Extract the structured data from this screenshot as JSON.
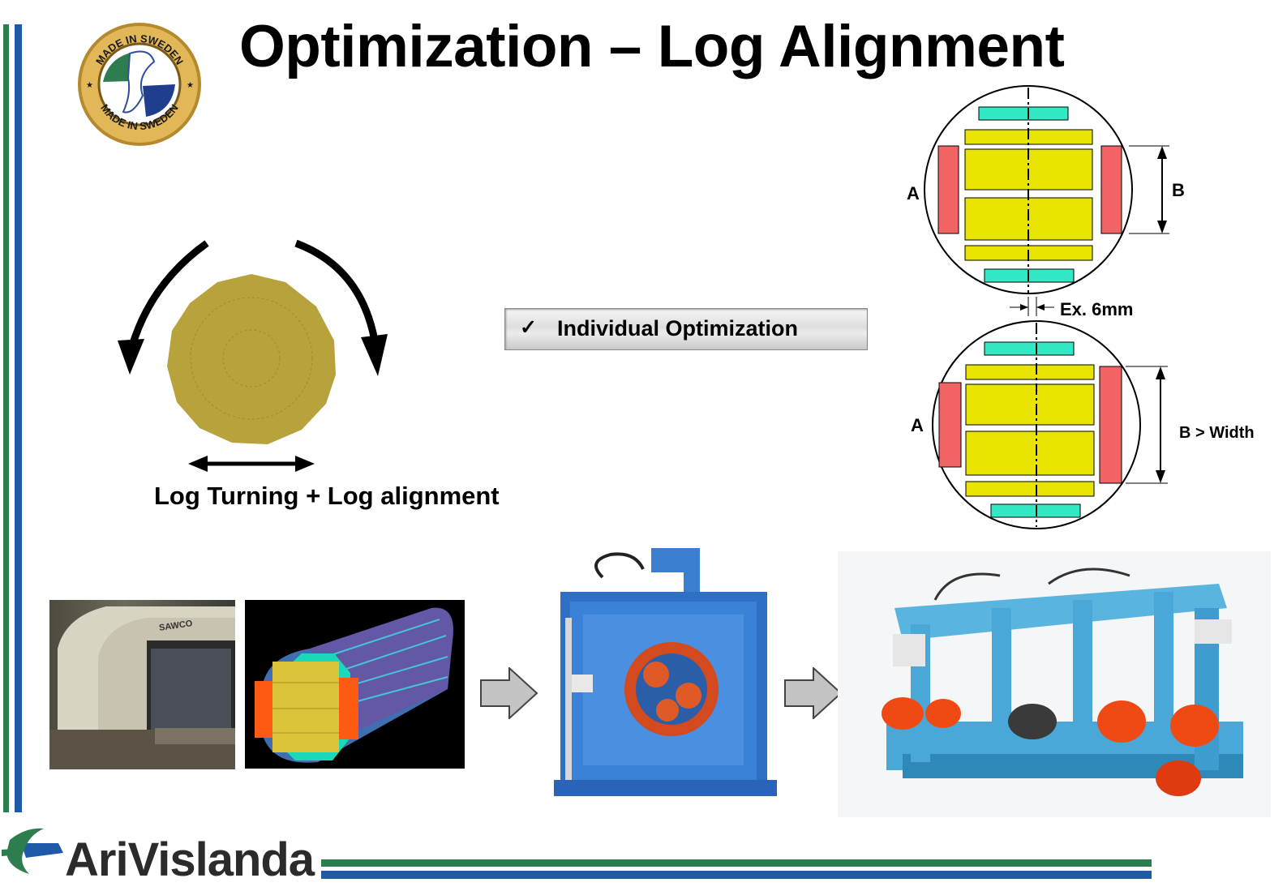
{
  "title": "Optimization – Log Alignment",
  "badge": {
    "text_top": "MADE IN SWEDEN",
    "text_bottom": "MADE IN SWEDEN"
  },
  "log_caption": "Log Turning + Log alignment",
  "feature_box": {
    "check": "✓",
    "label": "Individual Optimization"
  },
  "diagram": {
    "label_a_top": "A",
    "label_b_top": "B",
    "gap_label": "Ex. 6mm",
    "label_a_bottom": "A",
    "label_b_bottom": "B > Width"
  },
  "photos": {
    "scanner_brand": "SAWCO"
  },
  "footer": {
    "brand": "AriVislanda"
  },
  "colors": {
    "green": "#2e7d4f",
    "blue": "#1f5aa8",
    "board_yellow": "#e8e400",
    "board_red": "#f26464",
    "board_cyan": "#33e8c4",
    "log_fill": "#b8a23c",
    "machine_blue": "#4aa8d8"
  }
}
